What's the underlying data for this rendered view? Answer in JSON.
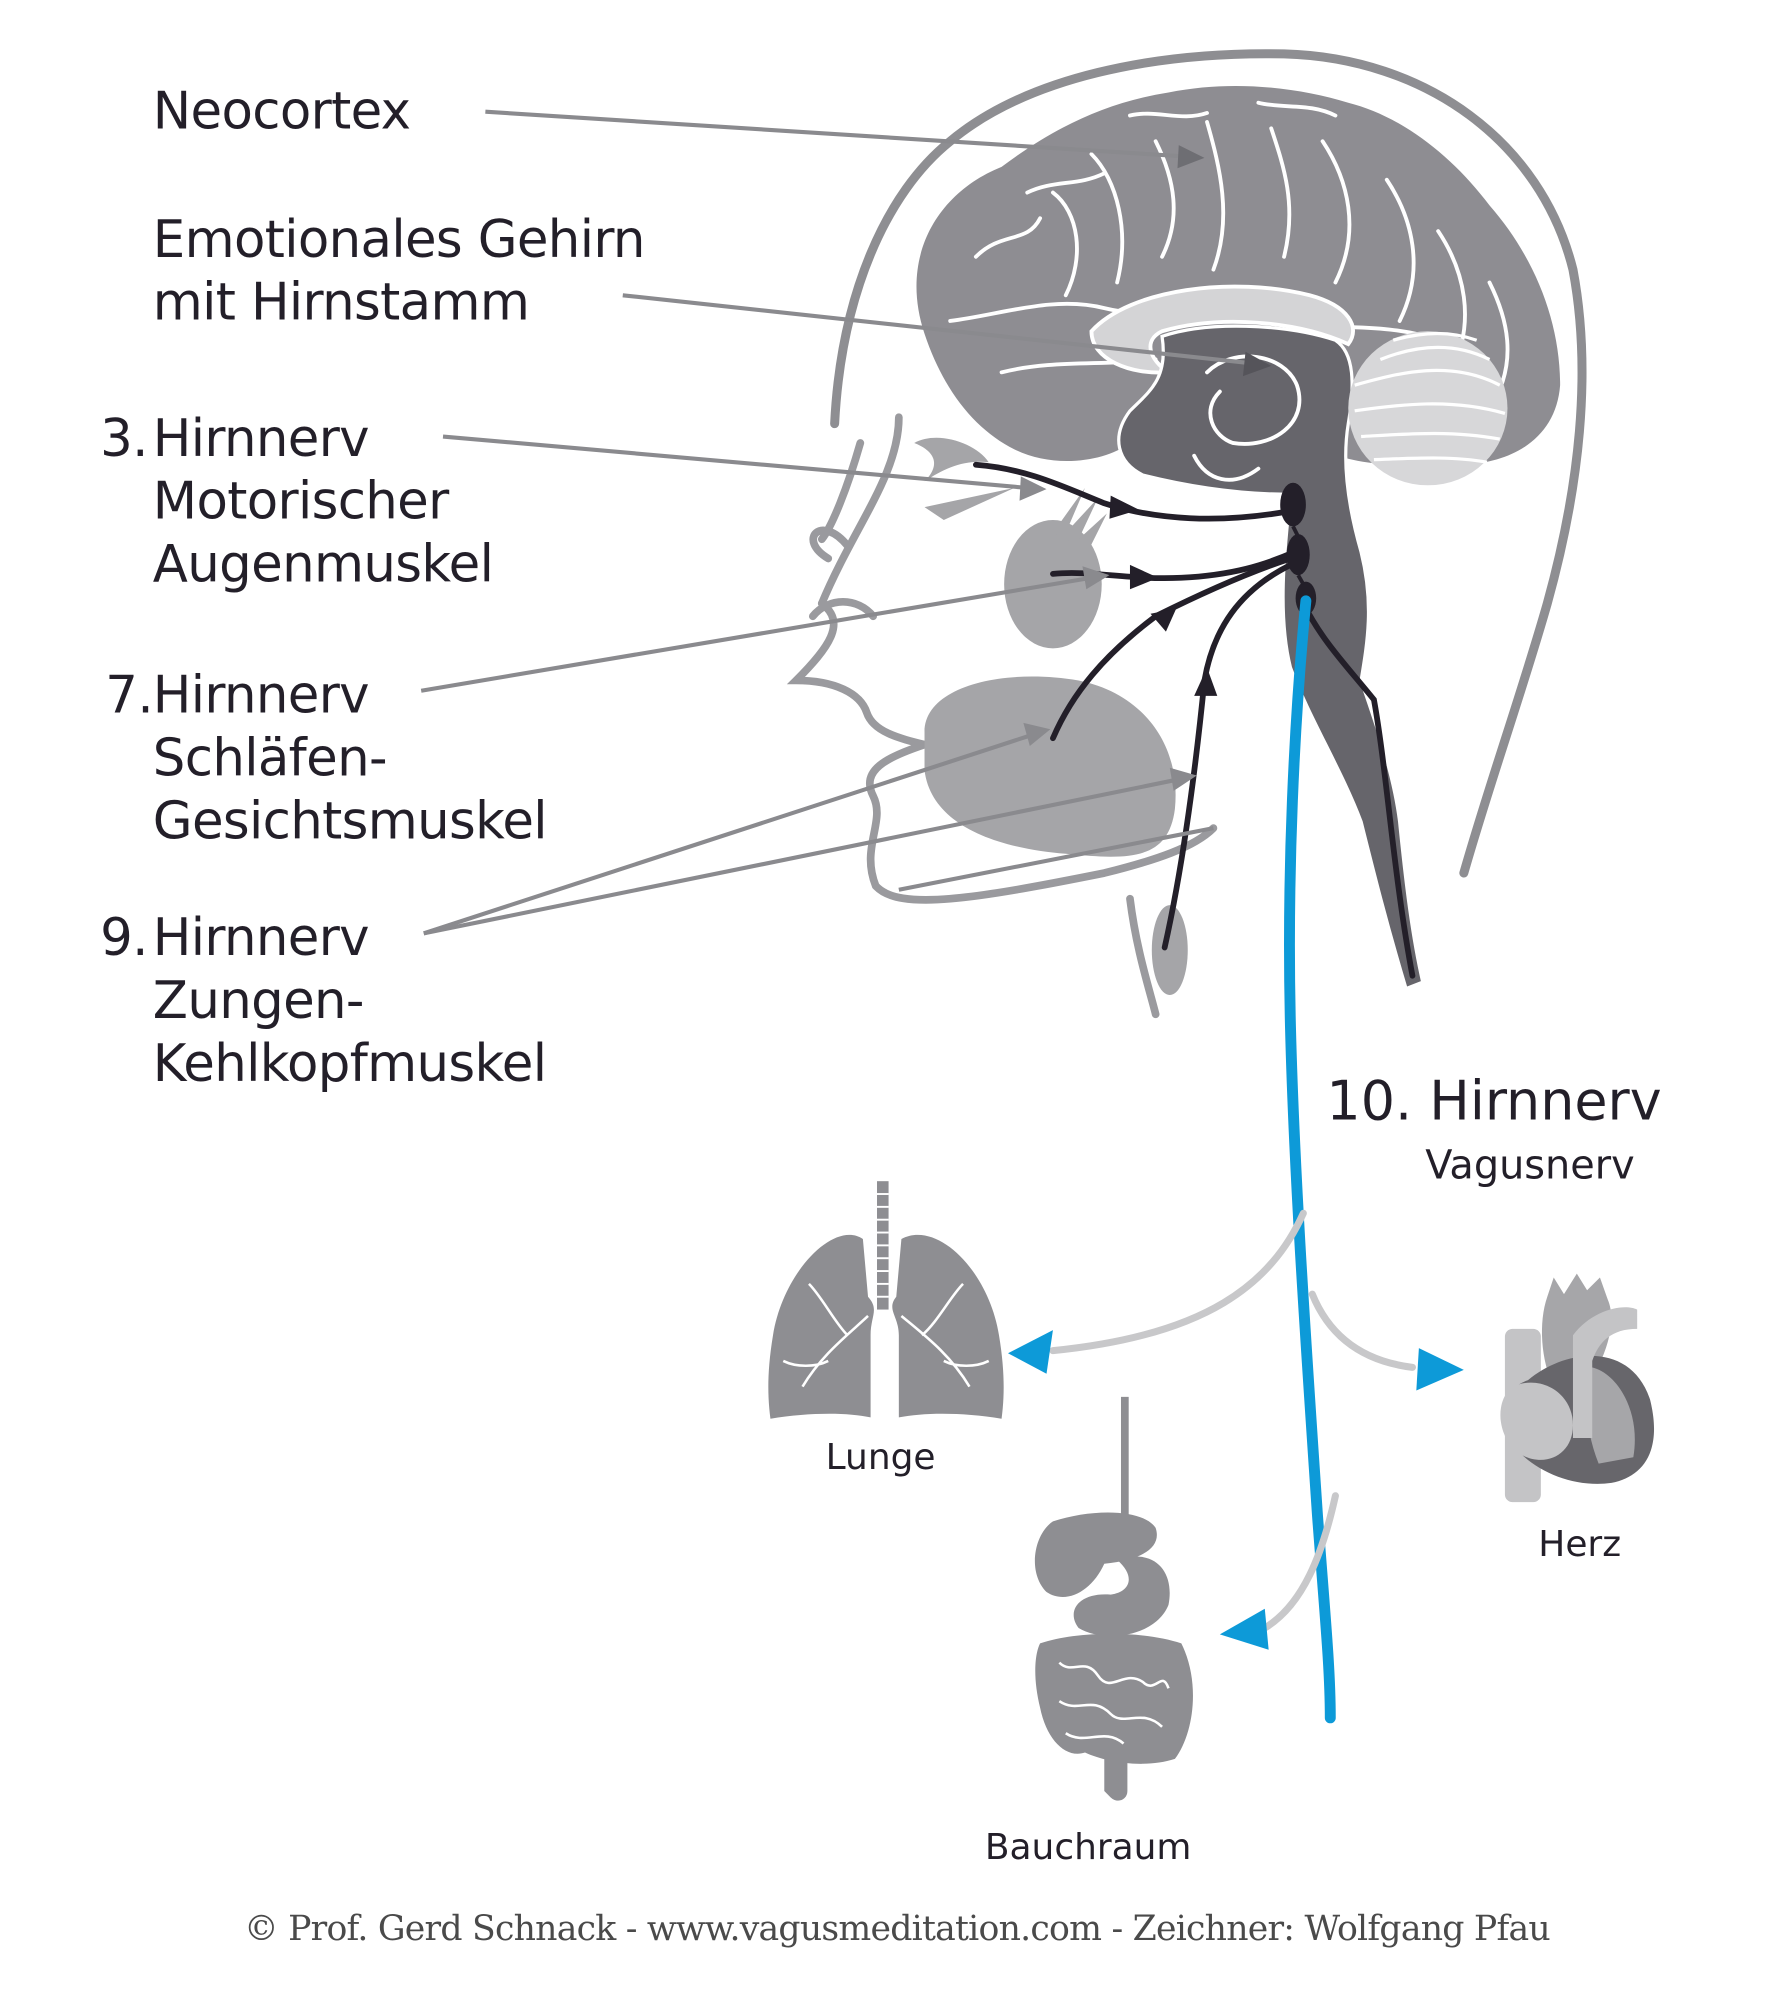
{
  "labels": {
    "neocortex": "Neocortex",
    "emotional_line1": "Emotionales Gehirn",
    "emotional_line2": "mit Hirnstamm",
    "n3_number": "3.",
    "n3_title": "Hirnnerv",
    "n3_line2": "Motorischer",
    "n3_line3": "Augenmuskel",
    "n7_number": "7.",
    "n7_title": "Hirnnerv",
    "n7_line2": "Schläfen-",
    "n7_line3": "Gesichtsmuskel",
    "n9_number": "9.",
    "n9_title": "Hirnnerv",
    "n9_line2": "Zungen-",
    "n9_line3": "Kehlkopfmuskel",
    "n10_title": "10. Hirnnerv",
    "n10_sub": "Vagusnerv"
  },
  "organs": {
    "lung": "Lunge",
    "heart": "Herz",
    "abdomen": "Bauchraum"
  },
  "credit": "© Prof. Gerd Schnack - www.vagusmeditation.com - Zeichner: Wolfgang Pfau",
  "colors": {
    "vagus_nerve": "#0d9ad8",
    "nerve_lines": "#231f29",
    "brain": "#8e8d92",
    "text": "#231f29"
  }
}
